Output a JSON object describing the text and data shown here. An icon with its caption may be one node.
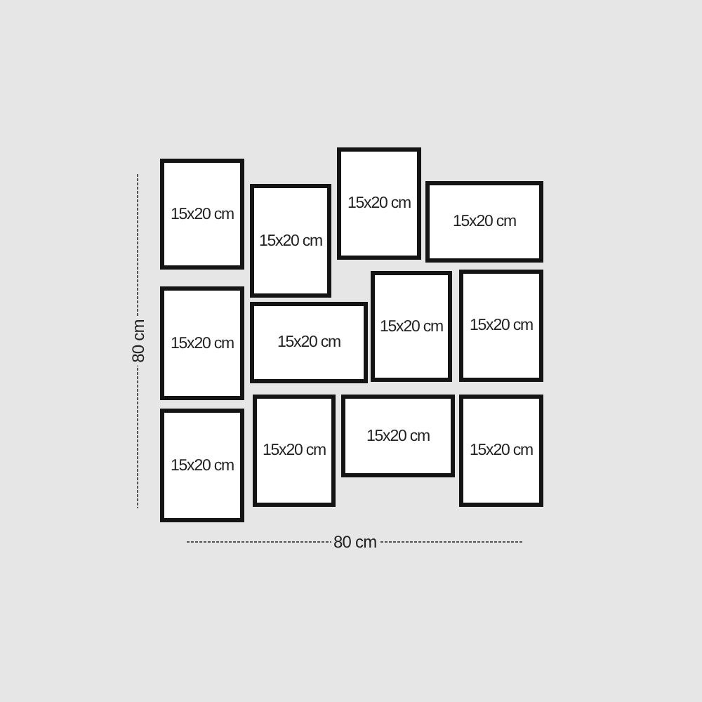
{
  "diagram": {
    "nodes": [
      {
        "text": [
          "15x20 cm"
        ]
      },
      {
        "text": [
          "15x20 cm"
        ]
      },
      {
        "text": [
          "15x20 cm"
        ]
      },
      {
        "text": [
          "15x20 cm"
        ]
      },
      {
        "text": [
          "15x20 cm"
        ]
      },
      {
        "text": [
          "15x20 cm"
        ]
      },
      {
        "text": [
          "15x20 cm"
        ]
      },
      {
        "text": [
          "15x20 cm"
        ]
      },
      {
        "text": [
          "15x20 cm"
        ]
      },
      {
        "text": [
          "15x20 cm"
        ]
      },
      {
        "text": [
          "15x20 cm"
        ]
      },
      {
        "text": [
          "15x20 cm"
        ]
      }
    ],
    "edges": [],
    "labels": [
      "80 cm",
      "80 cm"
    ]
  }
}
